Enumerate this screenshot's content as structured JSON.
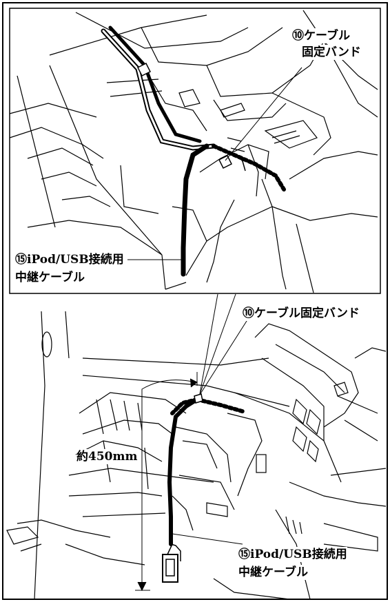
{
  "top_panel": {
    "band_label_line1": "⑩ケーブル",
    "band_label_line2": "固定バンド",
    "cable_label_line1": "⑮iPod/USB接続用",
    "cable_label_line2": "中継ケーブル"
  },
  "bottom_panel": {
    "band_label": "⑩ケーブル固定バンド",
    "length_label": "約450mm",
    "cable_label_line1": "⑮iPod/USB接続用",
    "cable_label_line2": "中継ケーブル"
  }
}
